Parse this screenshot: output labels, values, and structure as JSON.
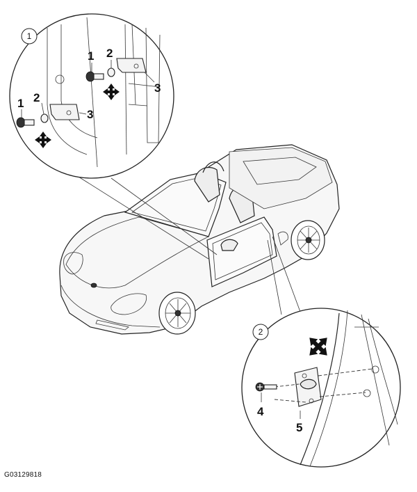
{
  "figure_code": "G03129818",
  "callouts": {
    "detail_1": "1",
    "detail_2": "2"
  },
  "detail_1_labels": {
    "upper_bolt": "1",
    "upper_washer": "2",
    "upper_hinge": "3",
    "lower_bolt": "1",
    "lower_washer": "2",
    "lower_hinge": "3"
  },
  "detail_2_labels": {
    "screw": "4",
    "striker": "5"
  },
  "icons": [
    "adjust-arrows-icon",
    "adjust-arrows-icon",
    "adjust-arrows-icon"
  ]
}
